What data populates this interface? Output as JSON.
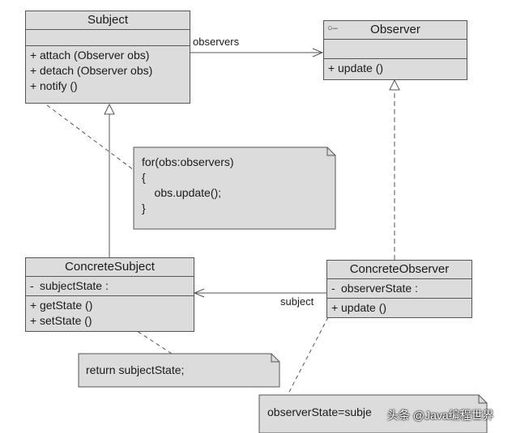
{
  "classes": {
    "subject": {
      "name": "Subject",
      "attributes": [],
      "operations": [
        {
          "vis": "+",
          "sig": "attach (Observer obs)"
        },
        {
          "vis": "+",
          "sig": "detach (Observer obs)"
        },
        {
          "vis": "+",
          "sig": "notify ()"
        }
      ]
    },
    "observer": {
      "name": "Observer",
      "stereotype_icon": "interface-lollipop-icon",
      "attributes": [],
      "operations": [
        {
          "vis": "+",
          "sig": "update ()"
        }
      ]
    },
    "concrete_subject": {
      "name": "ConcreteSubject",
      "attributes": [
        {
          "vis": "-",
          "sig": "subjectState  :"
        }
      ],
      "operations": [
        {
          "vis": "+",
          "sig": "getState ()"
        },
        {
          "vis": "+",
          "sig": "setState ()"
        }
      ]
    },
    "concrete_observer": {
      "name": "ConcreteObserver",
      "attributes": [
        {
          "vis": "-",
          "sig": "observerState  :"
        }
      ],
      "operations": [
        {
          "vis": "+",
          "sig": "update ()"
        }
      ]
    }
  },
  "notes": {
    "notify": "for(obs:observers)\n{\n    obs.update();\n}",
    "get_state": "return subjectState;",
    "update": "observerState=subje"
  },
  "associations": {
    "observers": "observers",
    "subject": "subject"
  },
  "watermark": "头条 @Java编程世界",
  "colors": {
    "box_fill": "#dcdcdc",
    "line": "#555555"
  }
}
